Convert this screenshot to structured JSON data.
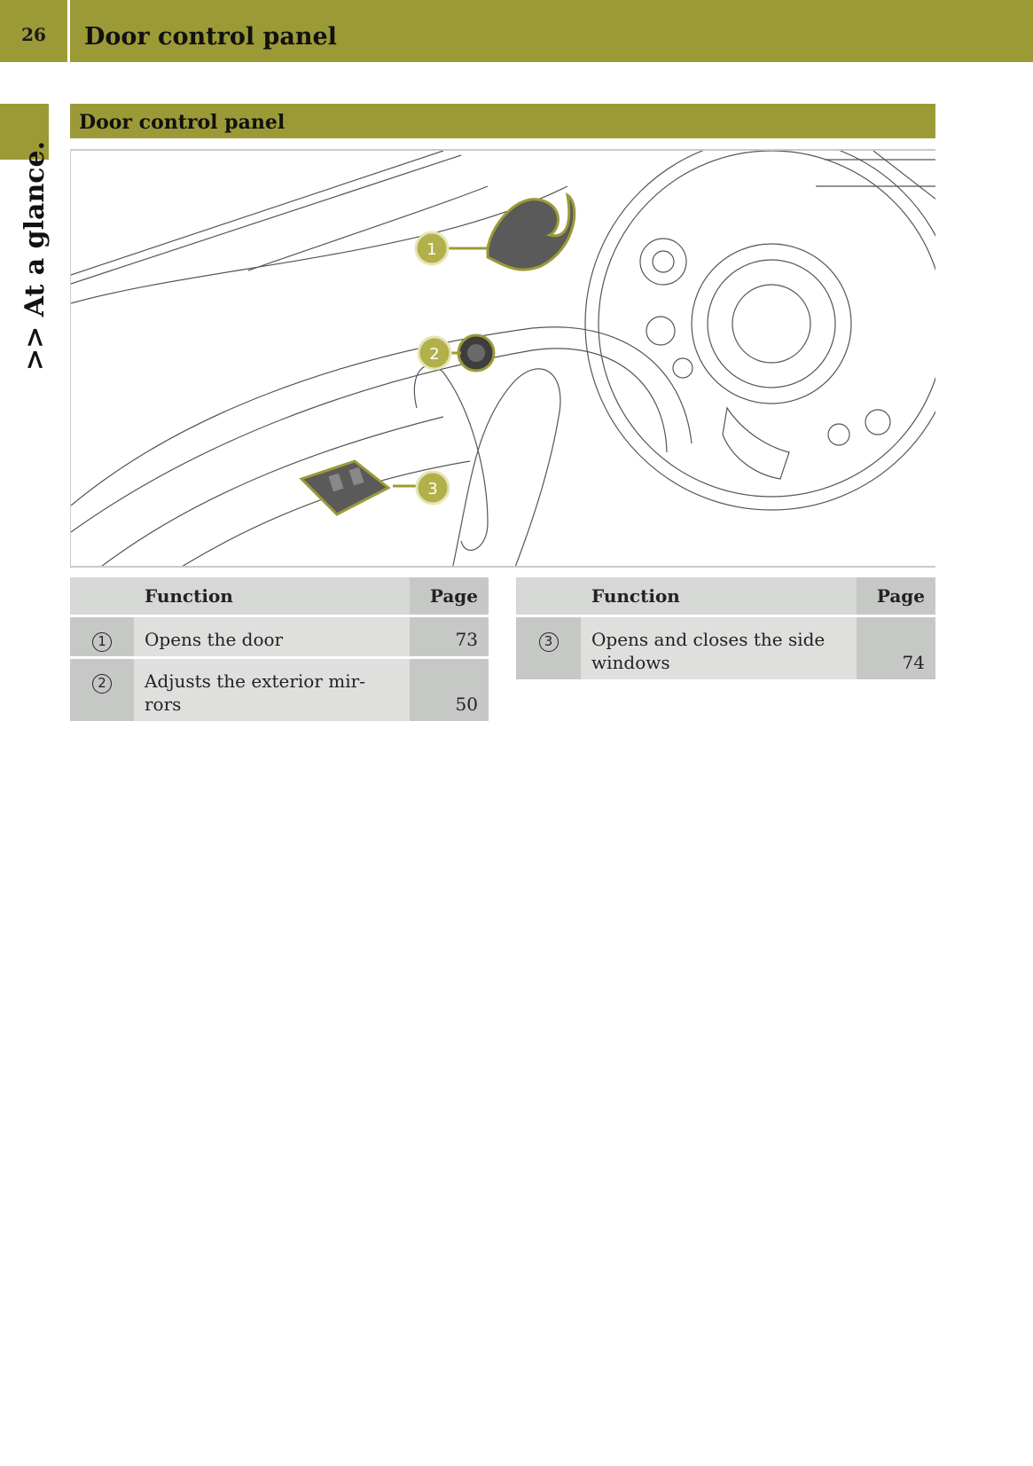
{
  "header": {
    "page_number": "26",
    "title": "Door control panel"
  },
  "side_tab": {
    "label": ">> At a glance."
  },
  "section": {
    "title": "Door control panel"
  },
  "illustration": {
    "callouts": [
      "1",
      "2",
      "3"
    ],
    "accent_color": "#9c9a37"
  },
  "table_left": {
    "headers": {
      "function": "Function",
      "page": "Page"
    },
    "rows": [
      {
        "num": "1",
        "function": "Opens the door",
        "page": "73"
      },
      {
        "num": "2",
        "function_line1": "Adjusts the exterior mir-",
        "function_line2": "rors",
        "page": "50"
      }
    ]
  },
  "table_right": {
    "headers": {
      "function": "Function",
      "page": "Page"
    },
    "rows": [
      {
        "num": "3",
        "function_line1": "Opens and closes the side",
        "function_line2": "windows",
        "page": "74"
      }
    ]
  },
  "colors": {
    "brand": "#9c9a37",
    "table_light": "#dfe0de",
    "table_dark": "#c6c8c6"
  }
}
